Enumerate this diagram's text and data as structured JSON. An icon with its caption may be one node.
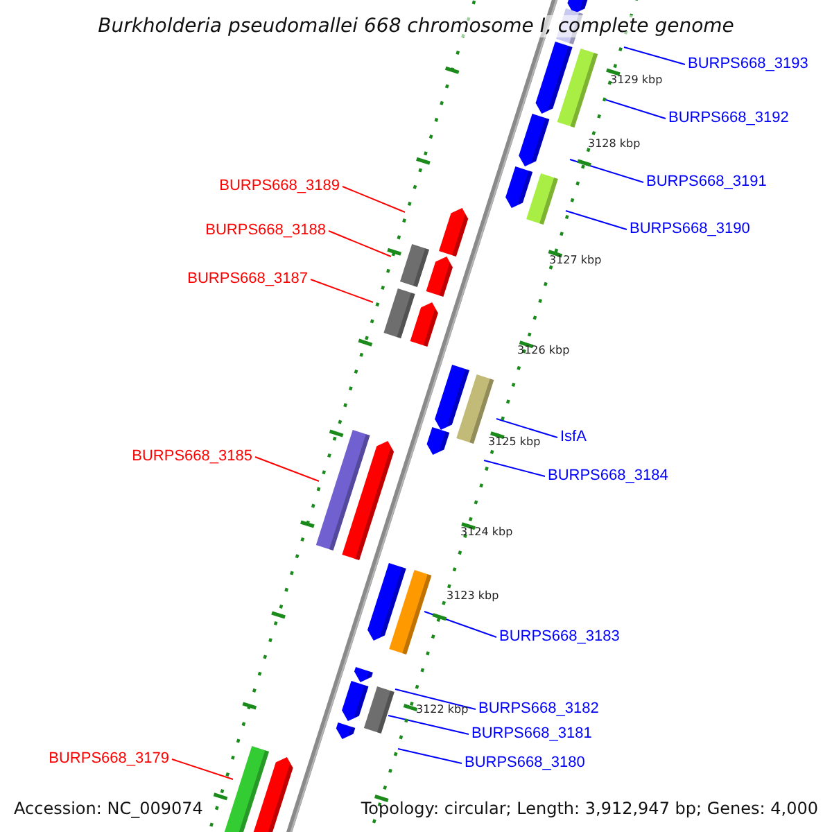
{
  "diagram": {
    "title": "Burkholderia pseudomallei 668 chromosome I, complete genome",
    "nodes": [
      {
        "text": [
          "BURPS668_3193"
        ]
      },
      {
        "text": [
          "BURPS668_3192"
        ]
      },
      {
        "text": [
          "BURPS668_3191"
        ]
      },
      {
        "text": [
          "BURPS668_3190"
        ]
      },
      {
        "text": [
          "BURPS668_3189"
        ]
      },
      {
        "text": [
          "BURPS668_3188"
        ]
      },
      {
        "text": [
          "BURPS668_3187"
        ]
      },
      {
        "text": [
          "IsfA"
        ]
      },
      {
        "text": [
          "BURPS668_3185"
        ]
      },
      {
        "text": [
          "BURPS668_3184"
        ]
      },
      {
        "text": [
          "BURPS668_3183"
        ]
      },
      {
        "text": [
          "BURPS668_3182"
        ]
      },
      {
        "text": [
          "BURPS668_3181"
        ]
      },
      {
        "text": [
          "BURPS668_3180"
        ]
      },
      {
        "text": [
          "BURPS668_3179"
        ]
      }
    ],
    "edges": [
      {
        "from": 0,
        "to": null,
        "arrow": "none"
      },
      {
        "from": 1,
        "to": null,
        "arrow": "none"
      },
      {
        "from": 2,
        "to": null,
        "arrow": "none"
      },
      {
        "from": 3,
        "to": null,
        "arrow": "none"
      },
      {
        "from": 4,
        "to": null,
        "arrow": "none",
        "color": "#ff0000"
      },
      {
        "from": 5,
        "to": null,
        "arrow": "none",
        "color": "#ff0000"
      },
      {
        "from": 6,
        "to": null,
        "arrow": "none",
        "color": "#ff0000"
      },
      {
        "from": 7,
        "to": null,
        "arrow": "none"
      },
      {
        "from": 8,
        "to": null,
        "arrow": "none",
        "color": "#ff0000"
      },
      {
        "from": 9,
        "to": null,
        "arrow": "none"
      },
      {
        "from": 10,
        "to": null,
        "arrow": "none"
      },
      {
        "from": 11,
        "to": null,
        "arrow": "none"
      },
      {
        "from": 12,
        "to": null,
        "arrow": "none"
      },
      {
        "from": 13,
        "to": null,
        "arrow": "none"
      },
      {
        "from": 14,
        "to": null,
        "arrow": "none",
        "color": "#ff0000"
      }
    ],
    "labels": [
      "3129 kbp",
      "3128 kbp",
      "3127 kbp",
      "3126 kbp",
      "3125 kbp",
      "3124 kbp",
      "3123 kbp",
      "3122 kbp",
      "Accession: NC_009074",
      "Topology: circular; Length: 3,912,947 bp; Genes: 4,000"
    ]
  }
}
